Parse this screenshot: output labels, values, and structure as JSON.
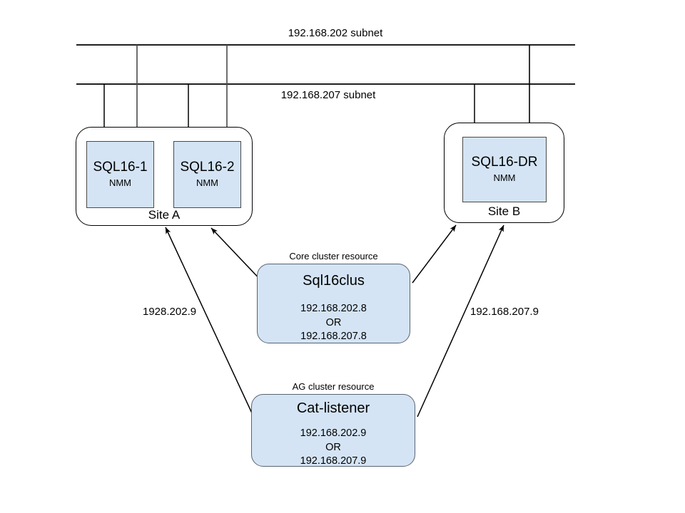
{
  "diagram": {
    "title": "SQL Server multi-subnet cluster diagram",
    "accent_fill": "#d4e4f4",
    "line_color": "#000000"
  },
  "subnets": [
    {
      "id": "subnet-202",
      "label": "192.168.202 subnet"
    },
    {
      "id": "subnet-207",
      "label": "192.168.207 subnet"
    }
  ],
  "sites": [
    {
      "id": "site-a",
      "name": "Site A",
      "nodes": [
        {
          "id": "sql16-1",
          "name": "SQL16-1",
          "role": "NMM"
        },
        {
          "id": "sql16-2",
          "name": "SQL16-2",
          "role": "NMM"
        }
      ]
    },
    {
      "id": "site-b",
      "name": "Site B",
      "nodes": [
        {
          "id": "sql16-dr",
          "name": "SQL16-DR",
          "role": "NMM"
        }
      ]
    }
  ],
  "resources": [
    {
      "id": "core-cluster",
      "caption": "Core cluster resource",
      "name": "Sql16clus",
      "ip_primary": "192.168.202.8",
      "ip_separator": "OR",
      "ip_secondary": "192.168.207.8"
    },
    {
      "id": "ag-cluster",
      "caption": "AG cluster resource",
      "name": "Cat-listener",
      "ip_primary": "192.168.202.9",
      "ip_separator": "OR",
      "ip_secondary": "192.168.207.9"
    }
  ],
  "arrow_labels": [
    {
      "id": "label-left",
      "text": "1928.202.9"
    },
    {
      "id": "label-right",
      "text": "192.168.207.9"
    }
  ]
}
